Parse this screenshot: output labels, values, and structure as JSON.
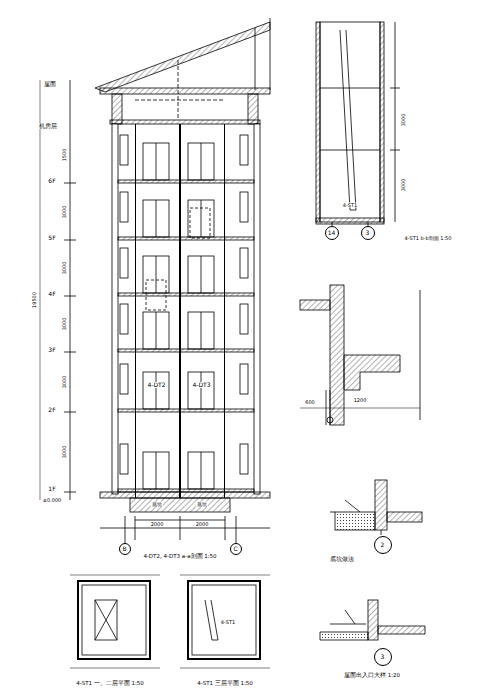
{
  "diagram": {
    "nodes": [
      {
        "text": [
          "4-DT2"
        ]
      },
      {
        "text": [
          "4-DT3"
        ]
      },
      {
        "text": [
          "B"
        ]
      },
      {
        "text": [
          "C"
        ]
      },
      {
        "text": [
          "14"
        ]
      },
      {
        "text": [
          "3"
        ]
      },
      {
        "text": [
          "2"
        ]
      },
      {
        "text": [
          "3"
        ]
      }
    ],
    "labels": [
      "4-DT2, 4-DT3 a-a剖面 1:50",
      "4-ST1 b-b剖面 1:50",
      "4-ST1 一、二层平面 1:50",
      "4-ST1 三层平面 1:50",
      "屋面出入口大样 1:20",
      "底坑做法",
      "屋面",
      "机房层",
      "6F",
      "5F",
      "4F",
      "3F",
      "2F",
      "1F",
      "3000",
      "3000",
      "3000",
      "3000",
      "3000",
      "1500",
      "19500",
      "±0.000",
      "2000",
      "2000",
      "底坑",
      "底坑",
      "4-ST1",
      "3000",
      "3000",
      "4-ST1",
      "1200",
      "600"
    ]
  }
}
